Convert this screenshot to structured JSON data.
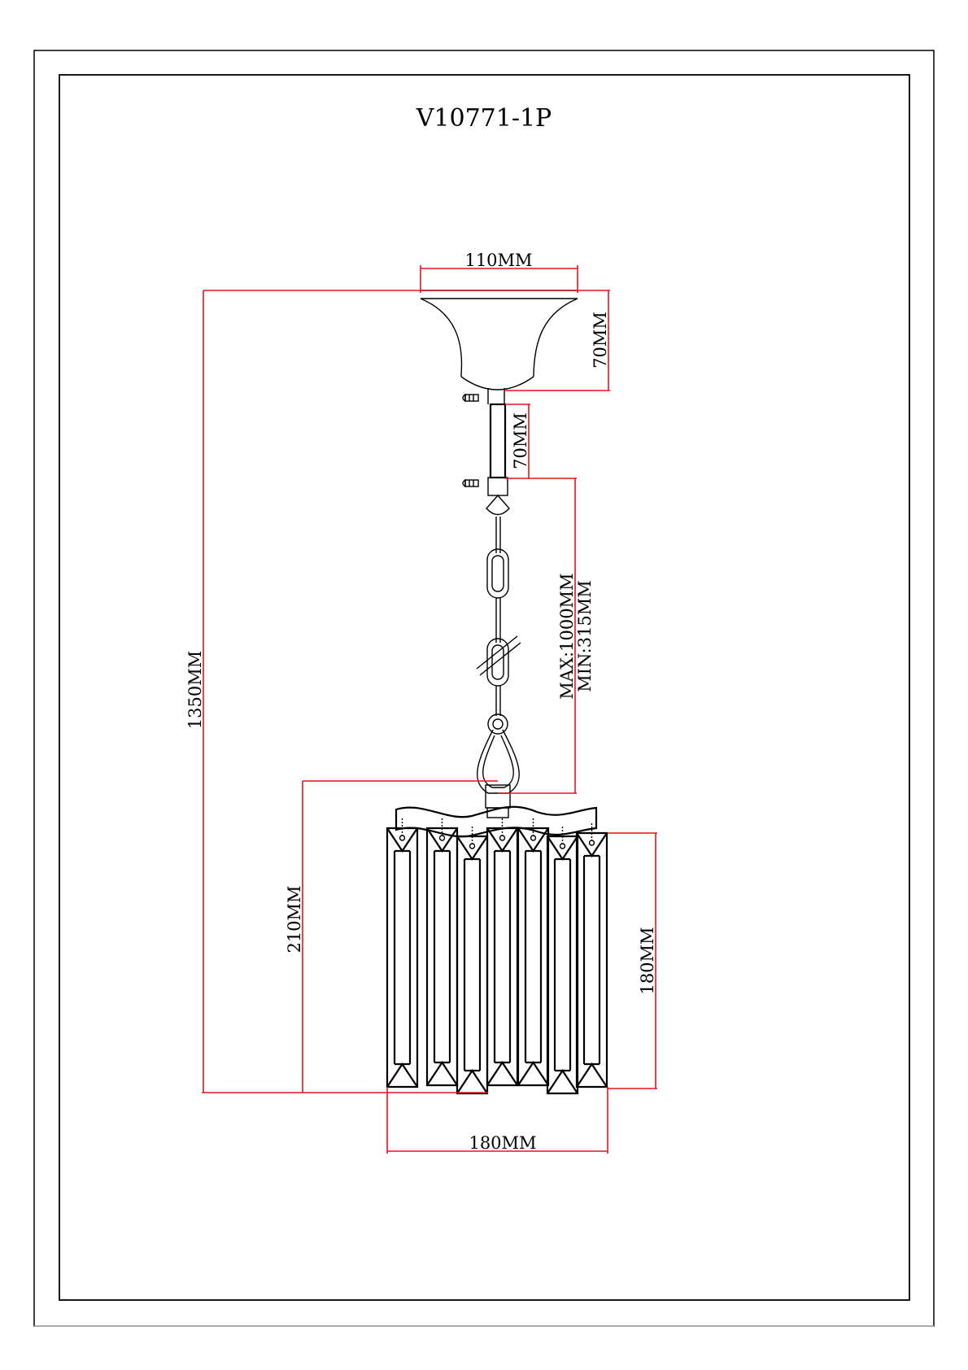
{
  "drawing": {
    "title": "V10771-1P",
    "dimensions": {
      "canopy_width": "110MM",
      "canopy_height": "70MM",
      "rod_length": "70MM",
      "chain_max": "MAX:1000MM",
      "chain_min": "MIN:315MM",
      "total_height": "1350MM",
      "shade_height": "210MM",
      "crystal_height": "180MM",
      "shade_width": "180MM"
    },
    "colors": {
      "dimension_line": "#e8141c",
      "outline": "#000000"
    }
  }
}
